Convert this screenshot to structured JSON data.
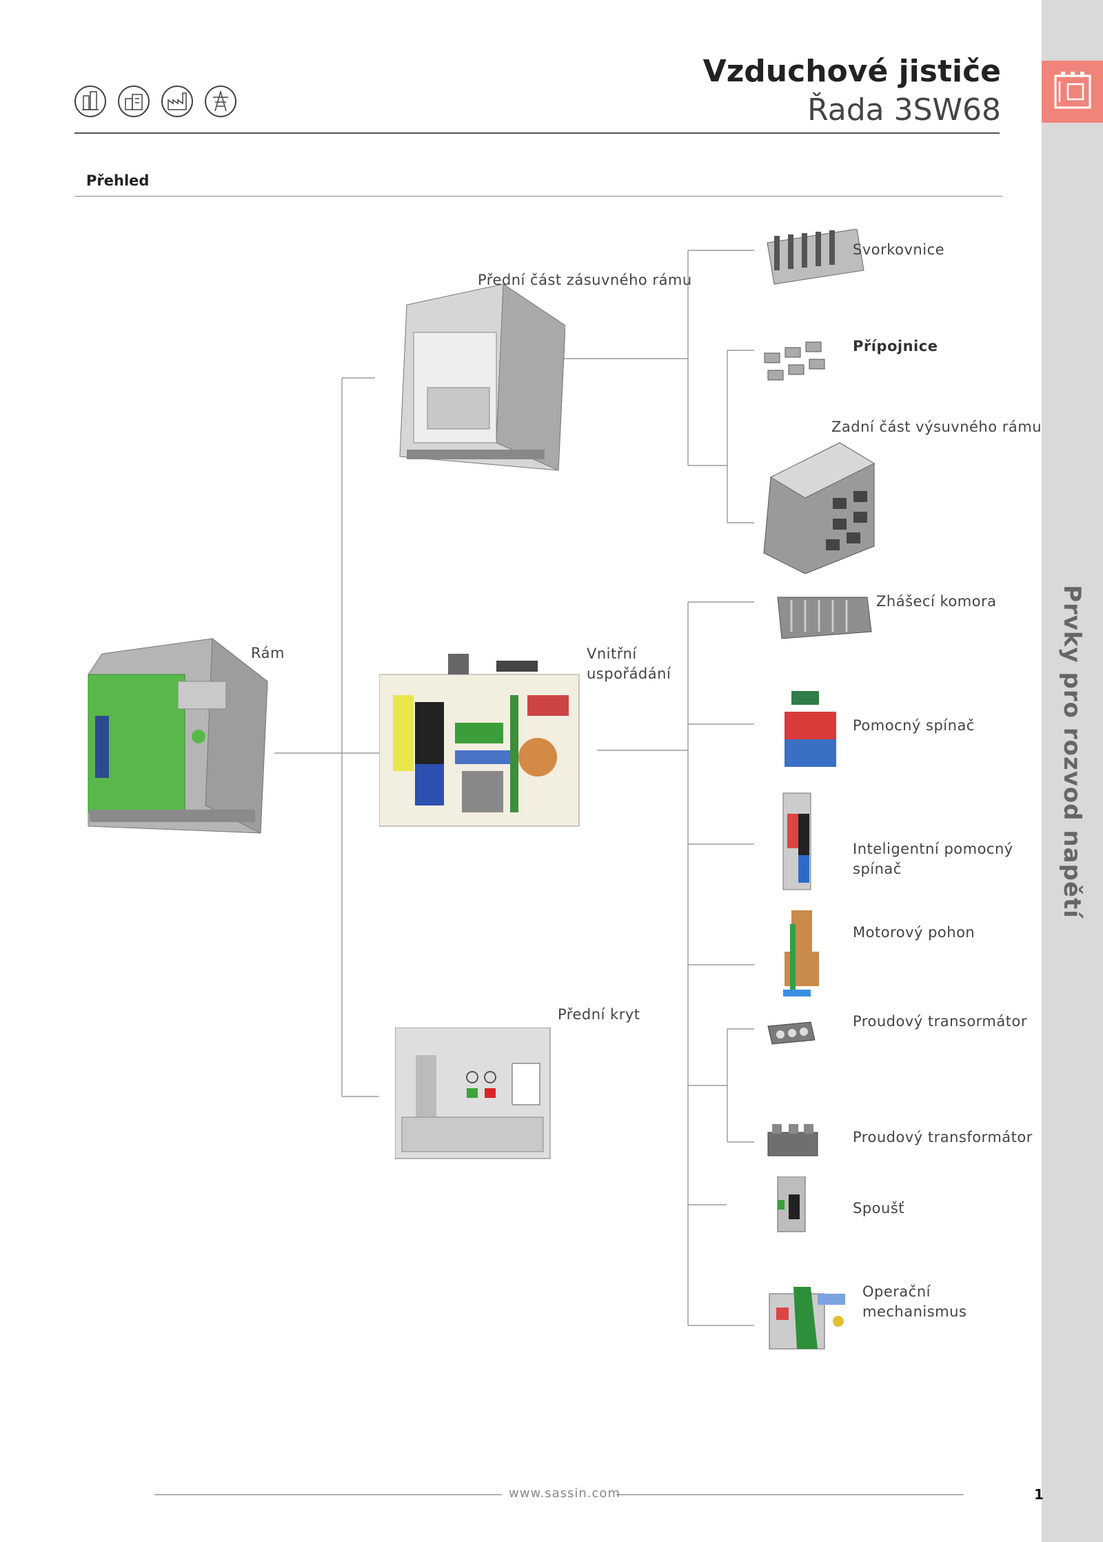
{
  "header": {
    "title": "Vzduchové jističe",
    "subtitle": "Řada 3SW68",
    "icons": [
      "building-icon",
      "city-icon",
      "factory-icon",
      "power-tower-icon"
    ]
  },
  "sidebar": {
    "text": "Prvky pro rozvod napětí",
    "tab_icon": "breaker-icon",
    "accent": "#f0847a"
  },
  "section": {
    "title": "Přehled"
  },
  "diagram": {
    "root": "Rám",
    "branches": {
      "front_frame": "Přední část zásuvného rámu",
      "internal": "Vnitřní uspořádání",
      "front_cover": "Přední kryt"
    },
    "leaves": {
      "terminal": "Svorkovnice",
      "busbar": "Přípojnice",
      "rear_frame": "Zadní část výsuvného rámu",
      "arc_chamber": "Zhášecí komora",
      "aux_switch": "Pomocný spínač",
      "smart_aux_line1": "Inteligentní pomocný",
      "smart_aux_line2": "spínač",
      "motor": "Motorový pohon",
      "ct1": "Proudový transormátor",
      "ct2": "Proudový transformátor",
      "release": "Spoušť",
      "mech_line1": "Operační",
      "mech_line2": "mechanismus"
    },
    "internal_line1": "Vnitřní",
    "internal_line2": "uspořádání"
  },
  "footer": {
    "url": "www.sassin.com",
    "page": "1"
  }
}
